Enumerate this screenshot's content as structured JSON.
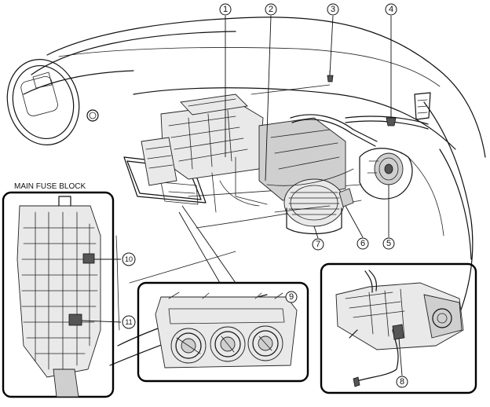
{
  "labels": {
    "main_fuse_block": "MAIN FUSE BLOCK"
  },
  "callouts": [
    "1",
    "2",
    "3",
    "4",
    "5",
    "6",
    "7",
    "8",
    "9",
    "10",
    "11"
  ]
}
